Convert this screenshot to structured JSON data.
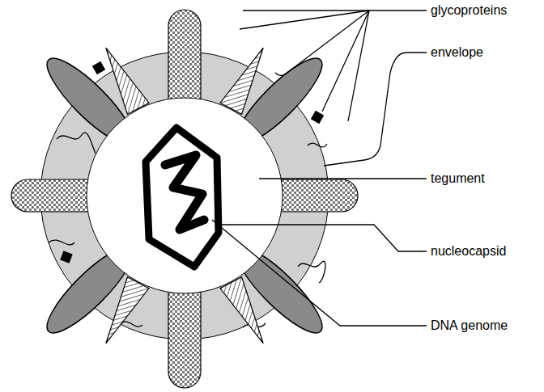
{
  "diagram": {
    "labels": [
      "glycoproteins",
      "envelope",
      "tegument",
      "nucleocapsid",
      "DNA genome"
    ]
  }
}
